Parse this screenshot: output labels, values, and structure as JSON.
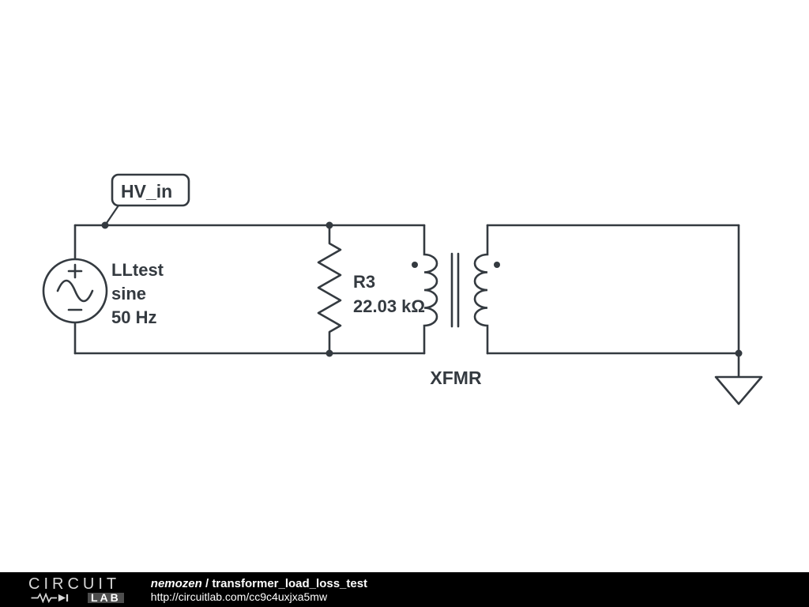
{
  "colors": {
    "schematic_ink": "#343a40",
    "canvas_background": "#ffffff",
    "footer_background": "#000000",
    "footer_text": "#ffffff",
    "logo_gray": "#d8d8d8"
  },
  "schematic": {
    "net_flag": {
      "label": "HV_in"
    },
    "voltage_source": {
      "name": "LLtest",
      "waveform": "sine",
      "frequency": "50 Hz"
    },
    "resistor": {
      "name": "R3",
      "value": "22.03 kΩ"
    },
    "transformer": {
      "name": "XFMR"
    }
  },
  "footer": {
    "logo": {
      "top": "CIRCUIT",
      "bottom": "LAB"
    },
    "author": "nemozen",
    "separator": " / ",
    "title": "transformer_load_loss_test",
    "url": "http://circuitlab.com/cc9c4uxjxa5mw"
  }
}
